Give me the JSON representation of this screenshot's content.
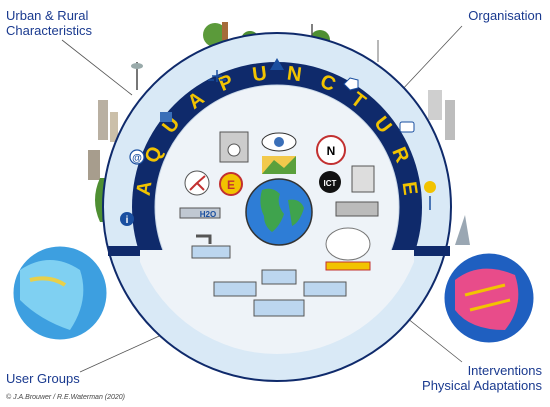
{
  "labels": {
    "top_left_line1": "Urban & Rural",
    "top_left_line2": "Characteristics",
    "top_right": "Organisation",
    "bottom_left": "User Groups",
    "bottom_right_line1": "Interventions",
    "bottom_right_line2": "Physical Adaptations"
  },
  "ring_title": "AQUAPUNCTURE",
  "credit": "© J.A.Brouwer / R.E.Waterman (2020)",
  "icons": {
    "energy_letter": "E",
    "ict_label": "ICT",
    "north_letter": "N",
    "info_letter": "i",
    "at_symbol": "@",
    "h2o_label": "H2O"
  },
  "colors": {
    "navy": "#0f2a6b",
    "ring_outer": "#d9e9f6",
    "ring_gold": "#f2c300",
    "label_blue": "#1a3a8f",
    "ocean": "#2e7dd6",
    "land": "#3fa34d"
  }
}
